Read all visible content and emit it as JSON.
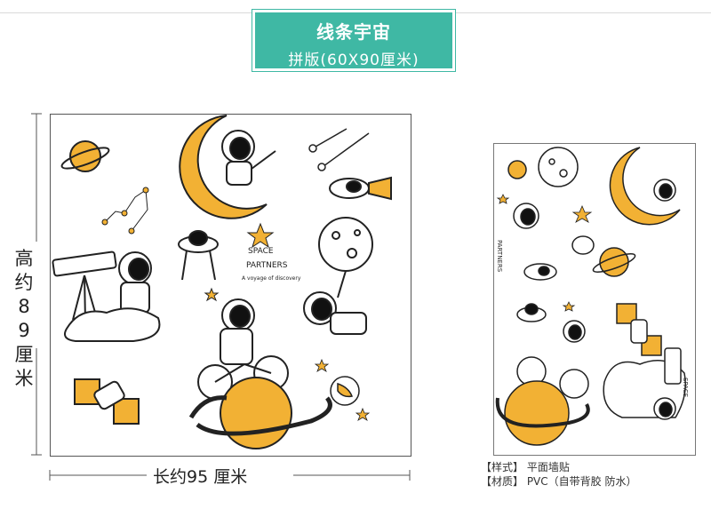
{
  "banner": {
    "title": "线条宇宙",
    "subtitle": "拼版(60X90厘米)"
  },
  "dimensions": {
    "height_label": "高约89厘米",
    "width_label": "长约95  厘米"
  },
  "artwork": {
    "space_title": "SPACE",
    "partners": "PARTNERS",
    "tagline": "A voyage of discovery",
    "vertical_space": "SPACE"
  },
  "specs": {
    "style": "【样式】 平面墙贴",
    "material": "【材质】 PVC（自带背胶 防水）"
  },
  "colors": {
    "accent": "#3fb8a4",
    "planet_yellow": "#f2b134",
    "line": "#222222"
  }
}
